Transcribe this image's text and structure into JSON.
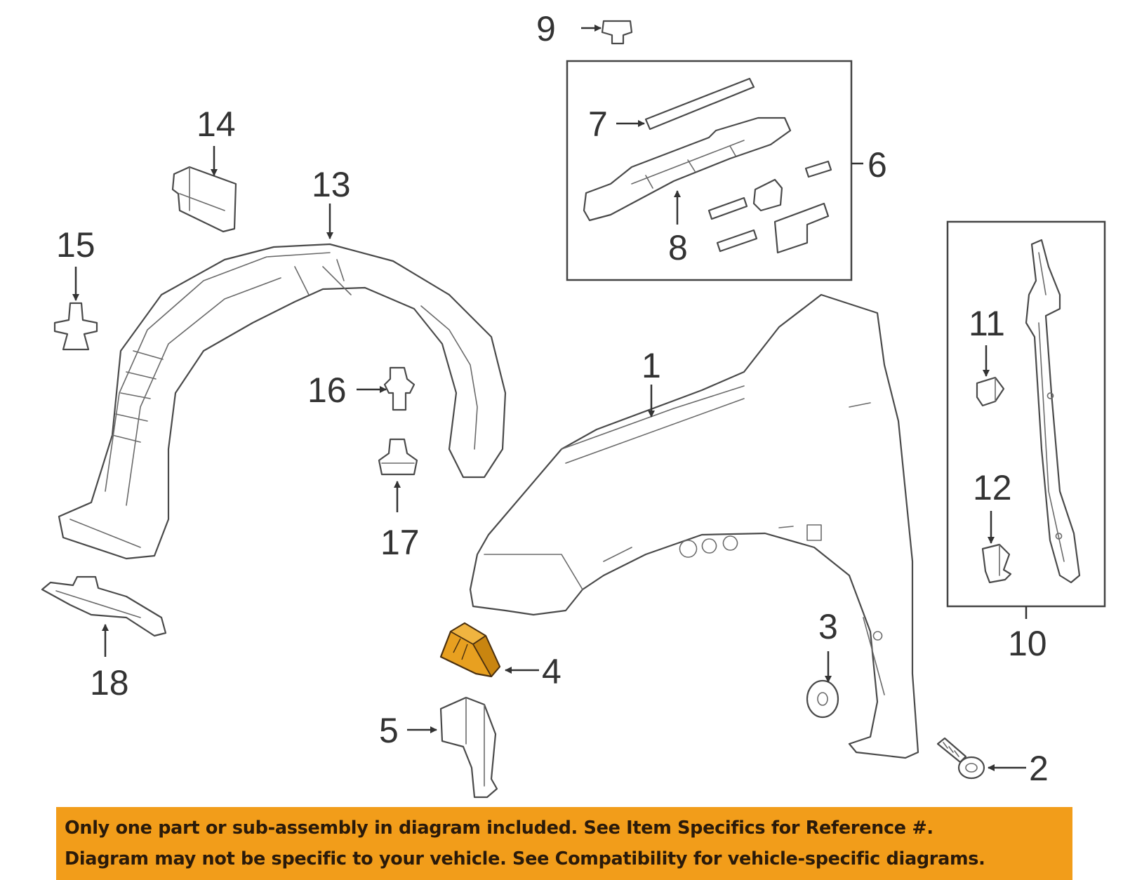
{
  "diagram": {
    "callouts": [
      "1",
      "2",
      "3",
      "4",
      "5",
      "6",
      "7",
      "8",
      "9",
      "10",
      "11",
      "12",
      "13",
      "14",
      "15",
      "16",
      "17",
      "18"
    ],
    "highlighted_part": "4",
    "highlight_color": "#e8a020"
  },
  "banner": {
    "line1": "Only one part or sub-assembly in diagram included. See Item Specifics for Reference #.",
    "line2": "Diagram may not be specific to your vehicle. See Compatibility for vehicle-specific diagrams.",
    "background_color": "#f29d1a"
  }
}
